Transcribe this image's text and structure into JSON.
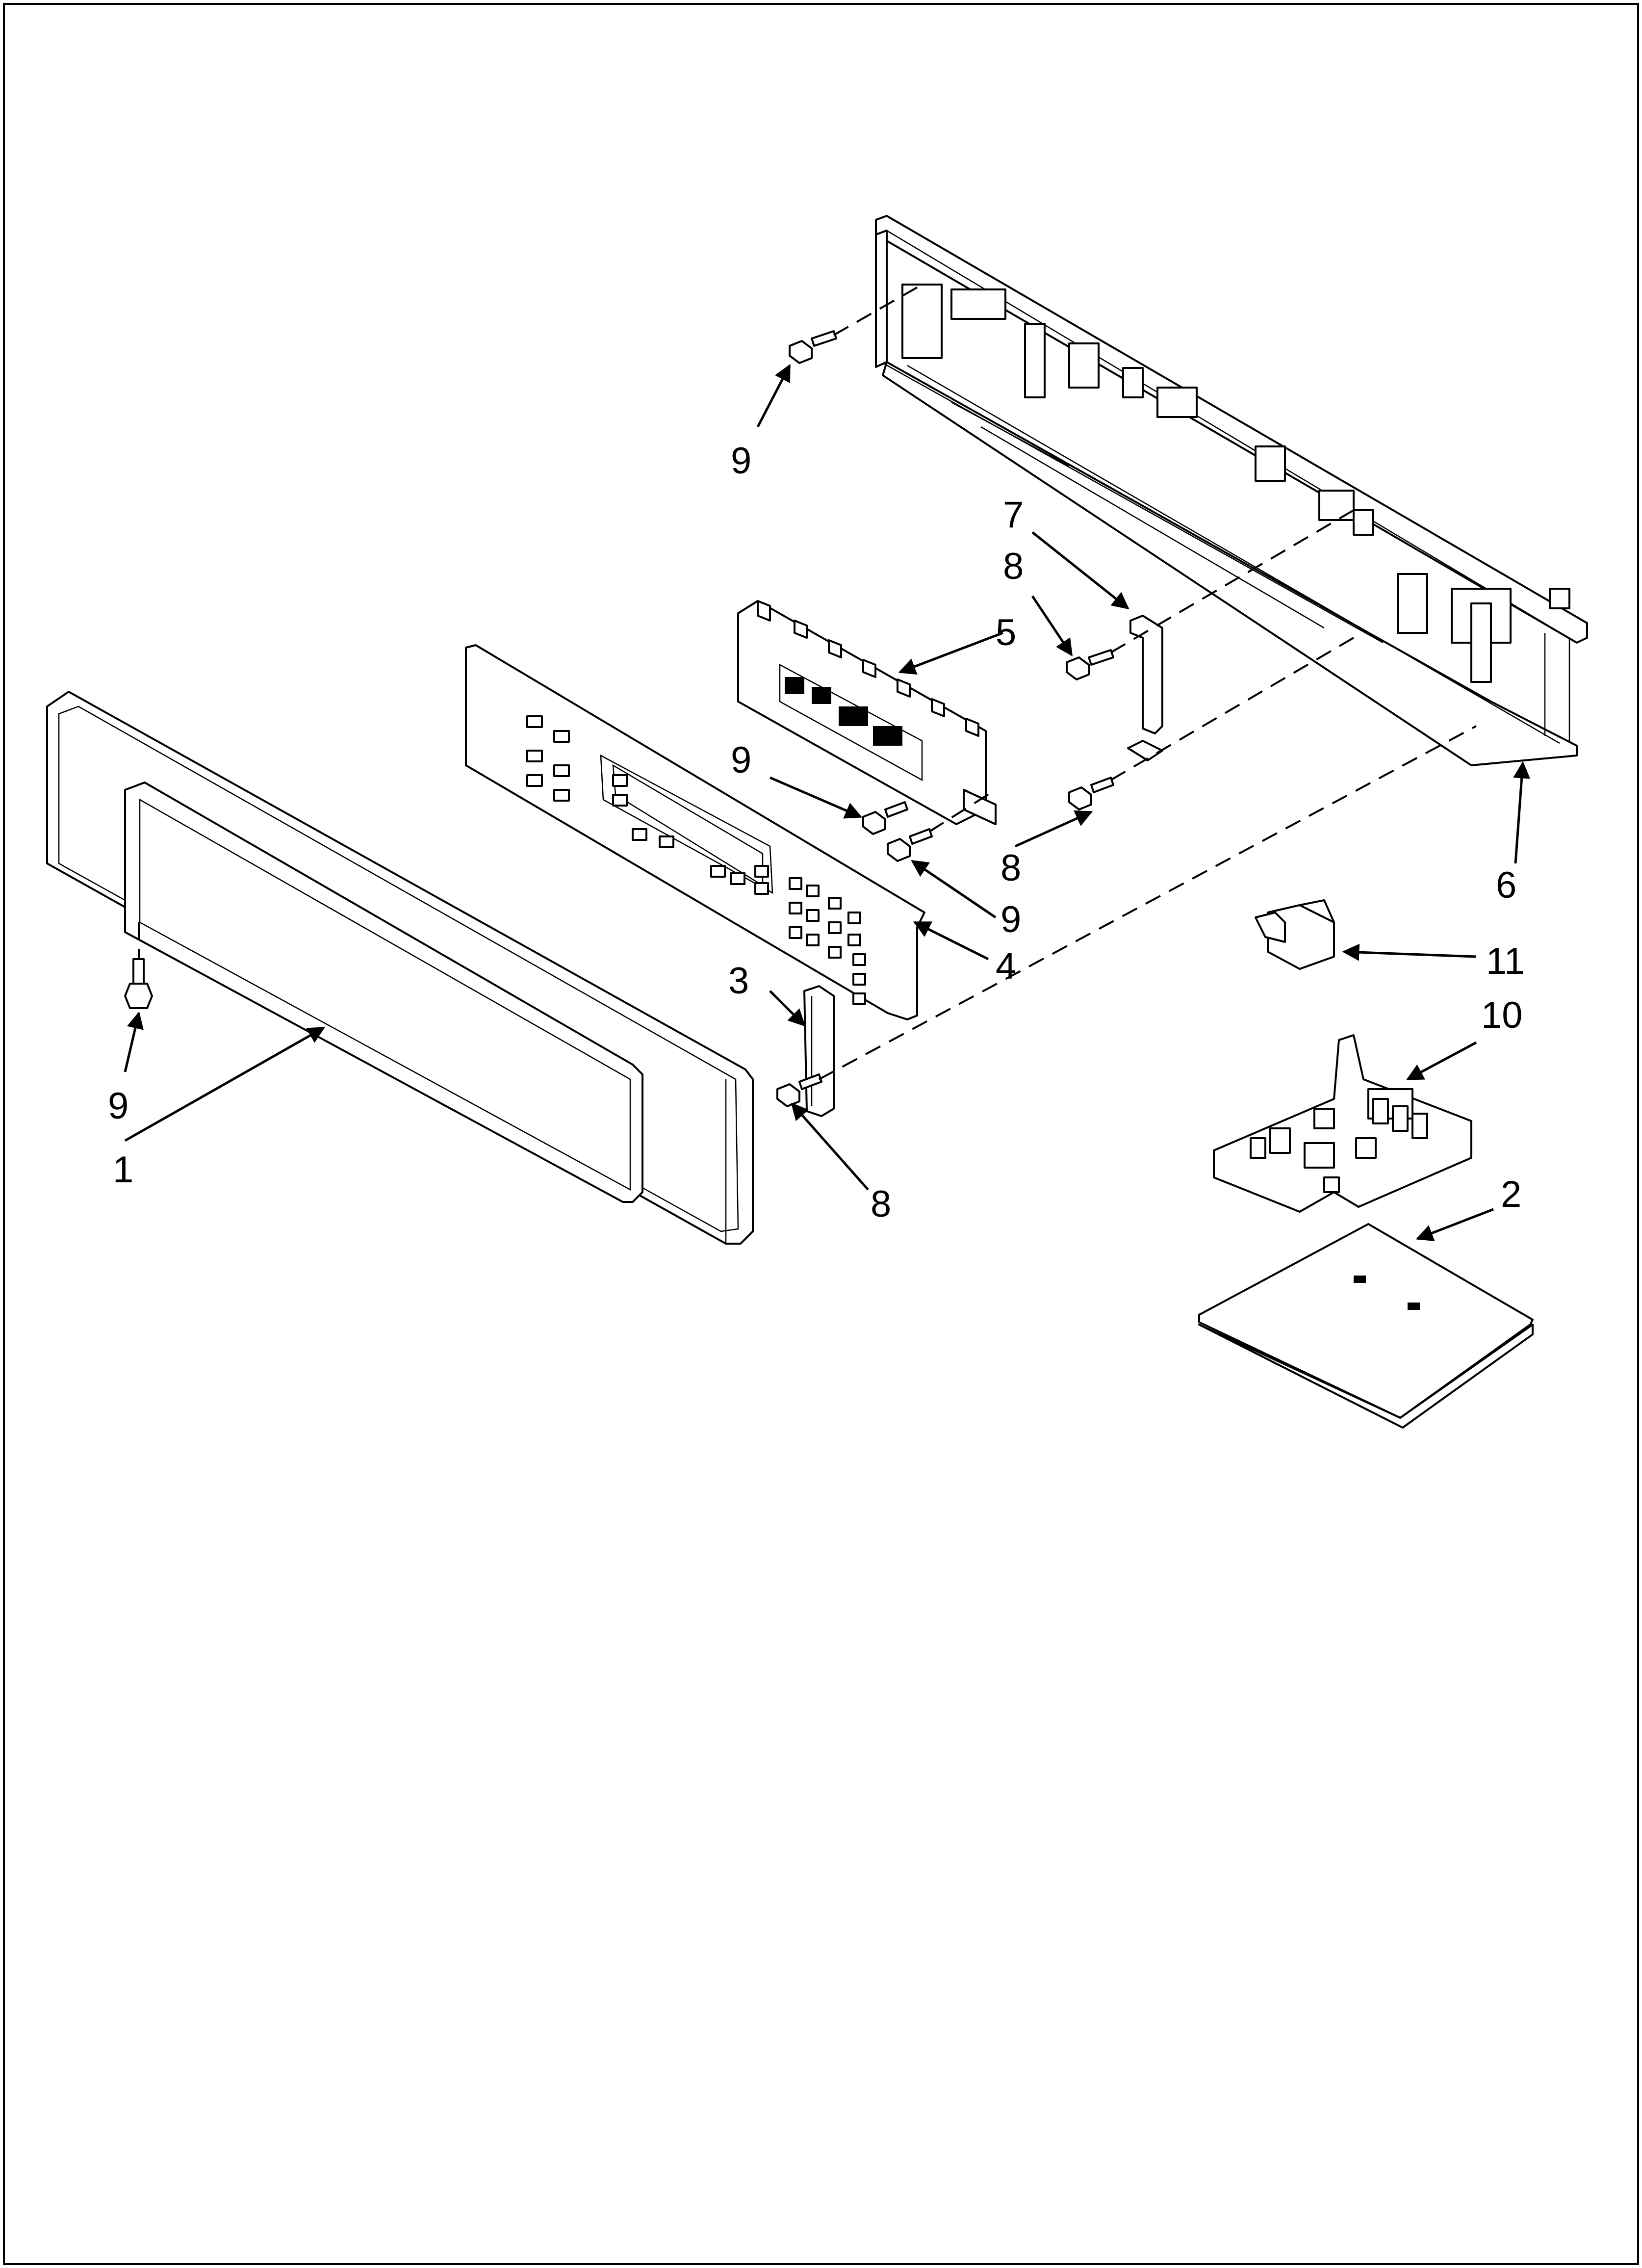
{
  "callouts": {
    "c1": "1",
    "c2": "2",
    "c3": "3",
    "c4": "4",
    "c5": "5",
    "c6": "6",
    "c7": "7",
    "c8a": "8",
    "c8b": "8",
    "c8c": "8",
    "c9a": "9",
    "c9b": "9",
    "c9c": "9",
    "c9d": "9",
    "c10": "10",
    "c11": "11"
  }
}
